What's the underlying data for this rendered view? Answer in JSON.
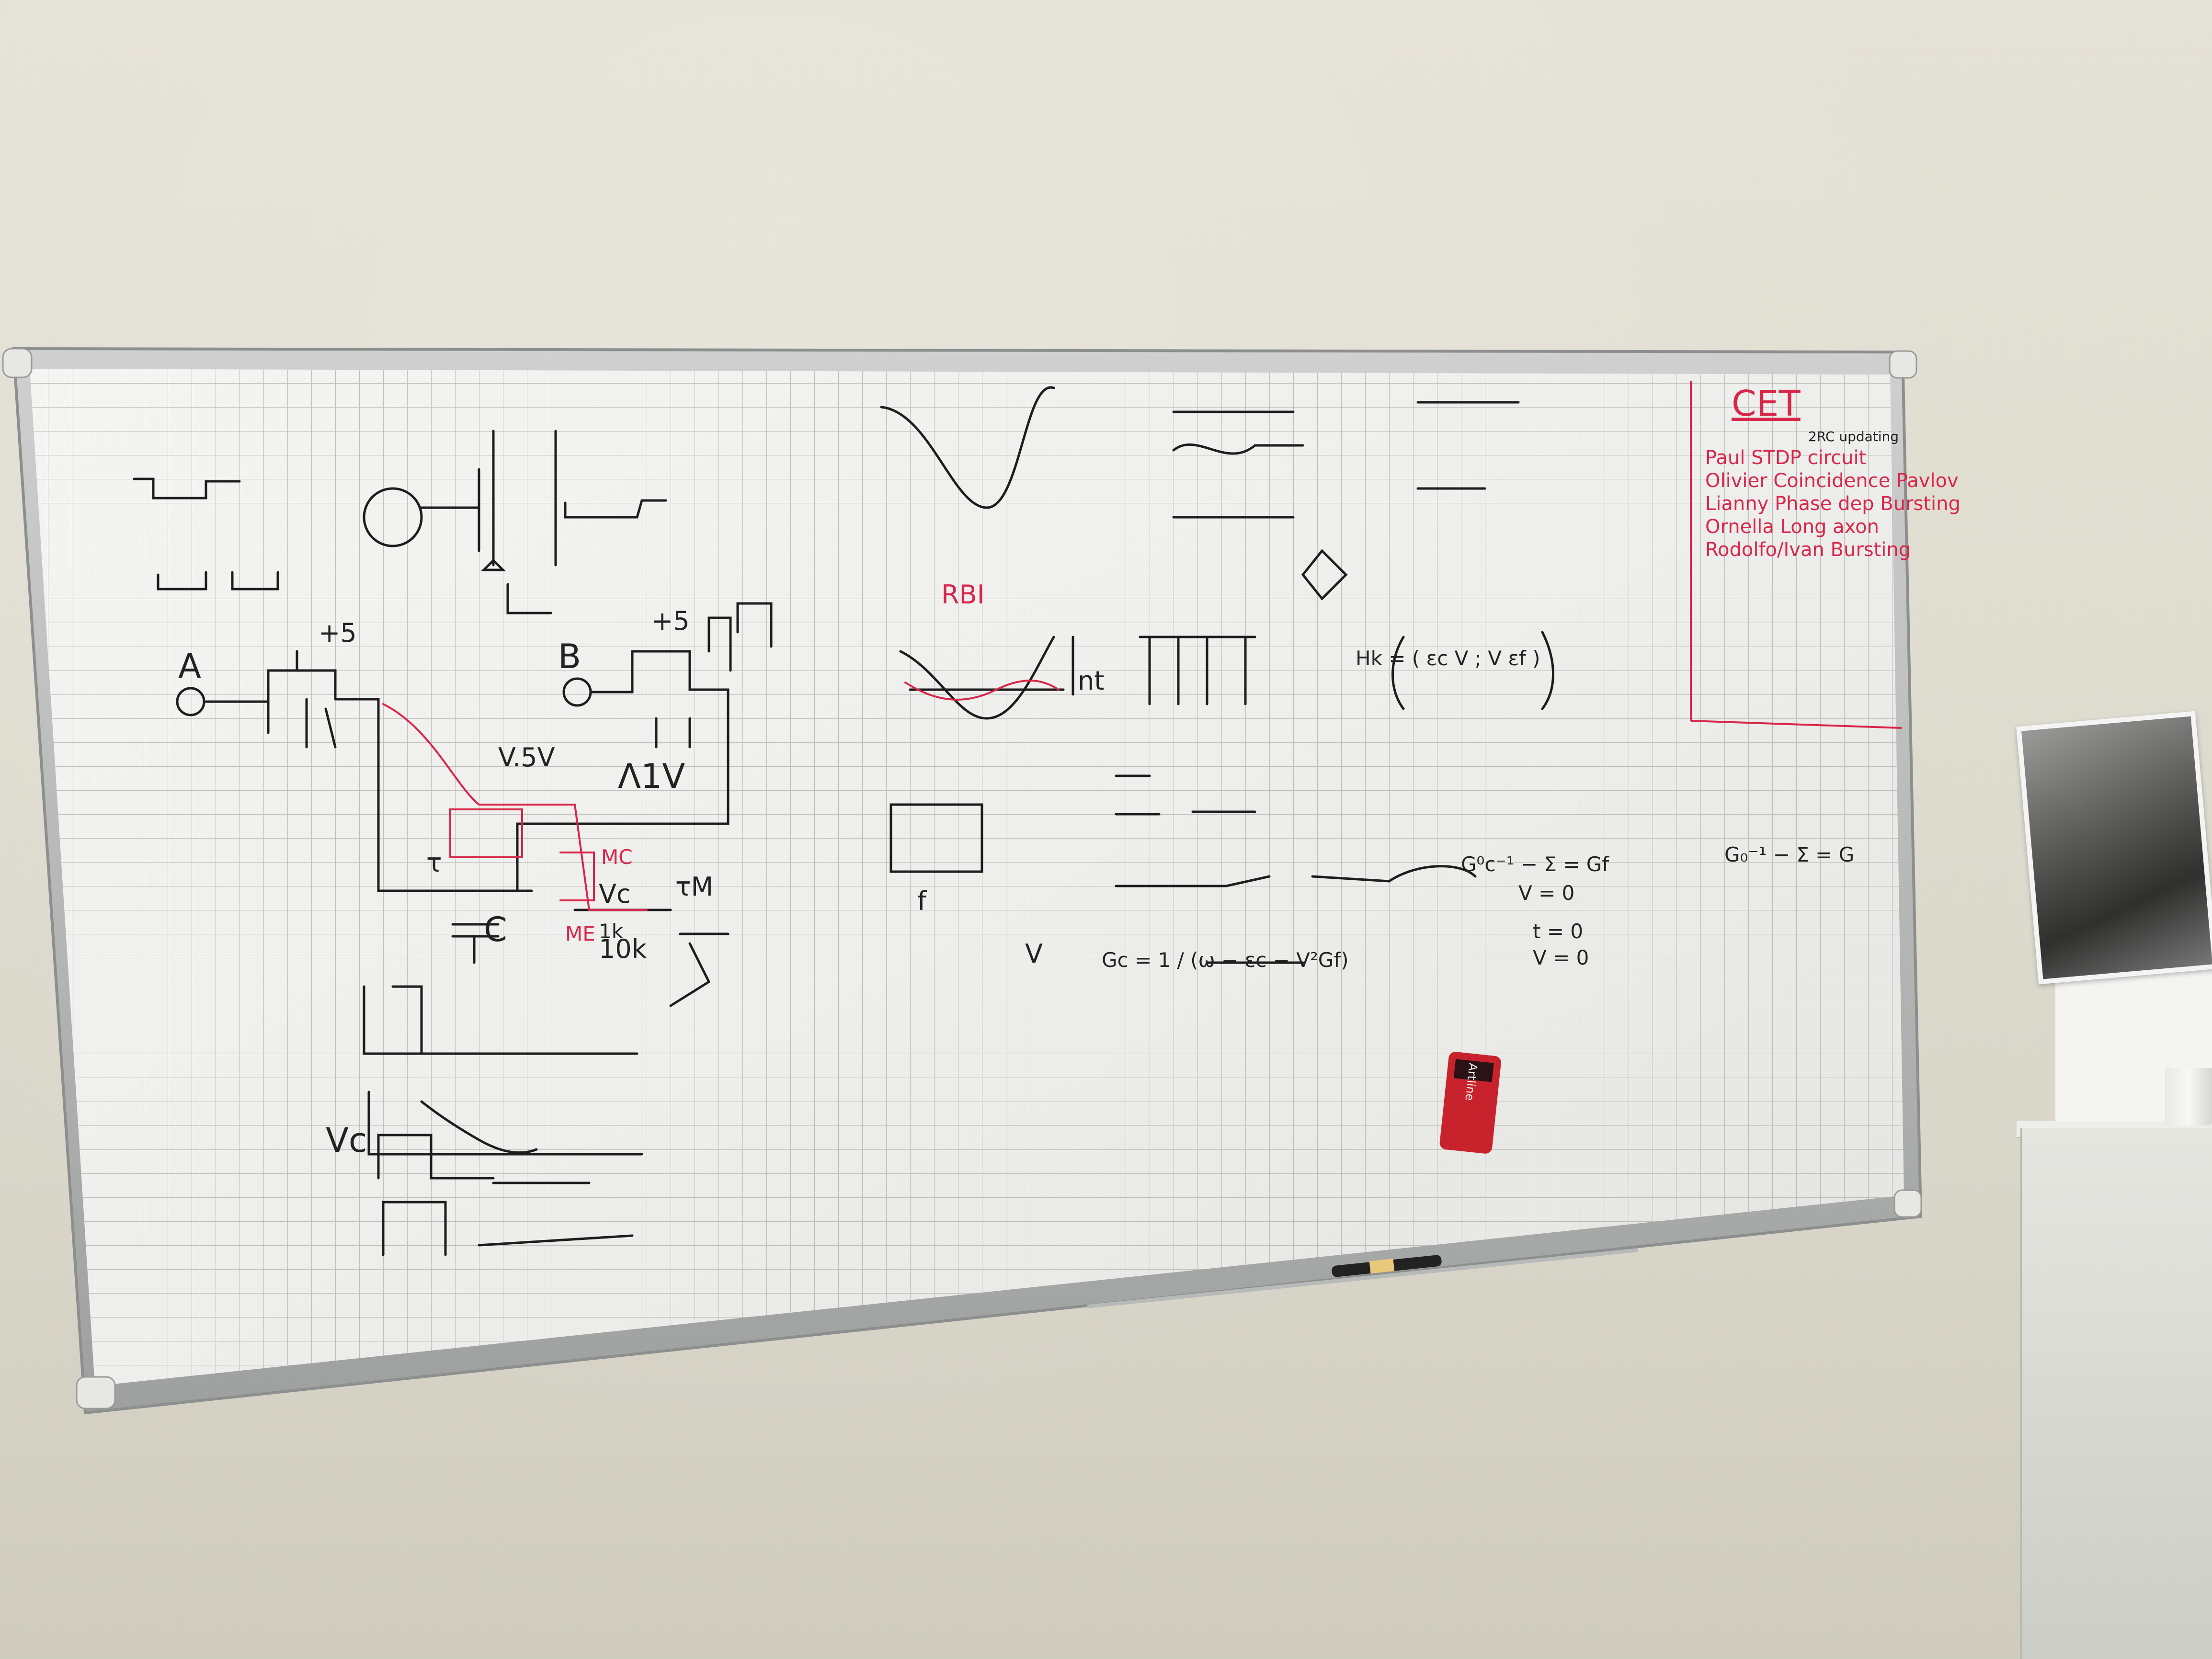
{
  "board": {
    "cet_title": "CET",
    "cet_subtitle": "2RC updating",
    "cet_lines": [
      "Paul   STDP circuit",
      "Olivier   Coincidence Pavlov",
      "Lianny   Phase dep Bursting",
      "Ornella   Long axon",
      "Rodolfo/Ivan   Bursting"
    ],
    "label_A": "A",
    "label_B": "B",
    "plus5_a": "+5",
    "plus5_b": "+5",
    "label_lambda_v": "Λ1V",
    "label_vsv": "V.5V",
    "label_c": "C",
    "label_vc": "Vc",
    "label_vc_plot": "Vc",
    "label_tau": "τ",
    "label_tau_m": "τM",
    "label_1k": "1k",
    "label_10k": "10k",
    "label_me": "ME",
    "label_mc": "MC",
    "label_f": "f",
    "label_v": "V",
    "label_nt": "nt",
    "label_rbi": "RBI",
    "eq_gc": "Gc = 1 / (ω − εc − V²Gf)",
    "eq_gc0": "G⁰c⁻¹ − Σ = Gf",
    "eq_g0": "G₀⁻¹ − Σ = G",
    "eq_v0": "V = 0",
    "eq_t0": "t = 0",
    "eq_v0b": "V = 0",
    "eq_hk": "Hk = ( εc  V ; V  εf )"
  },
  "eraser_brand": "Artline"
}
